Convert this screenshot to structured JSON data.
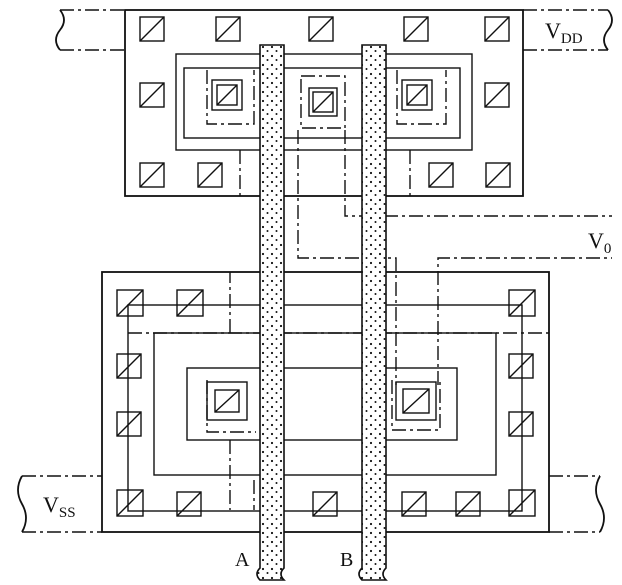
{
  "labels": {
    "vdd": {
      "main": "V",
      "sub": "DD"
    },
    "vss": {
      "main": "V",
      "sub": "SS"
    },
    "v0": {
      "main": "V",
      "sub": "0"
    },
    "input_a": "A",
    "input_b": "B"
  },
  "colors": {
    "line": "#111111",
    "background": "#ffffff",
    "poly_fill": "#ffffff",
    "poly_dots": "#111111"
  },
  "icons": {
    "contact": "square-with-diagonal",
    "polysilicon": "dotted-strip"
  }
}
